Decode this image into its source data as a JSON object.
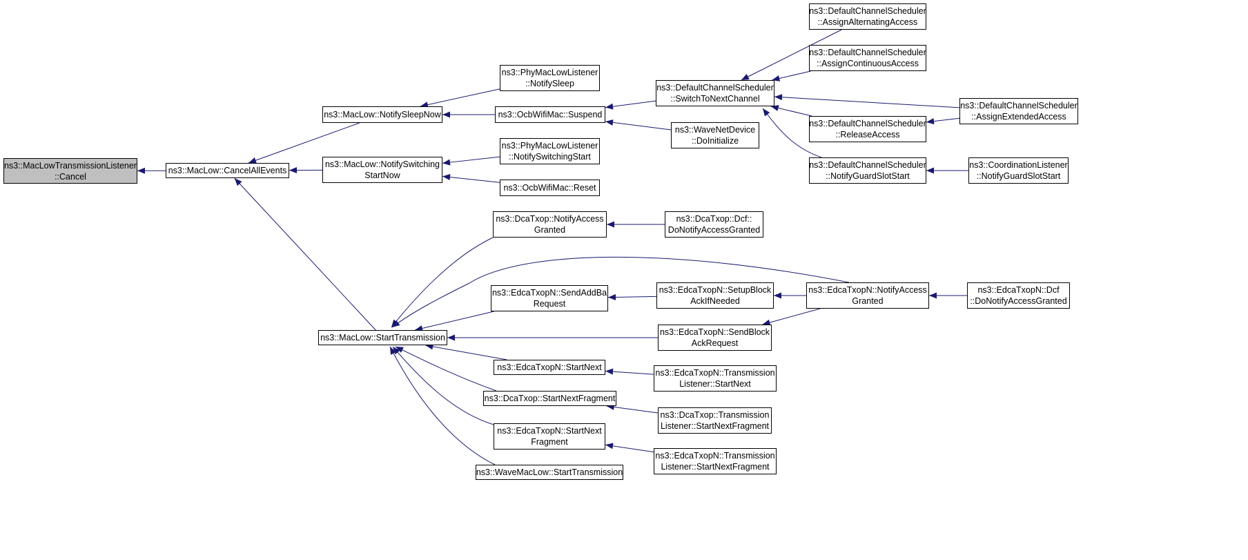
{
  "colors": {
    "edge": "#191970",
    "node_border": "#000000",
    "current_fill": "#bfbfbf"
  },
  "nodes": [
    {
      "id": "cancel",
      "label": "ns3::MacLowTransmissionListener\n::Cancel",
      "current": true
    },
    {
      "id": "cancelall",
      "label": "ns3::MacLow::CancelAllEvents"
    },
    {
      "id": "sleepnow",
      "label": "ns3::MacLow::NotifySleepNow"
    },
    {
      "id": "switchnow",
      "label": "ns3::MacLow::NotifySwitching\nStartNow"
    },
    {
      "id": "starttx",
      "label": "ns3::MacLow::StartTransmission"
    },
    {
      "id": "physleep",
      "label": "ns3::PhyMacLowListener\n::NotifySleep"
    },
    {
      "id": "suspend",
      "label": "ns3::OcbWifiMac::Suspend"
    },
    {
      "id": "physwitch",
      "label": "ns3::PhyMacLowListener\n::NotifySwitchingStart"
    },
    {
      "id": "reset",
      "label": "ns3::OcbWifiMac::Reset"
    },
    {
      "id": "switchnext",
      "label": "ns3::DefaultChannelScheduler\n::SwitchToNextChannel"
    },
    {
      "id": "doinit",
      "label": "ns3::WaveNetDevice\n::DoInitialize"
    },
    {
      "id": "altaccess",
      "label": "ns3::DefaultChannelScheduler\n::AssignAlternatingAccess"
    },
    {
      "id": "contaccess",
      "label": "ns3::DefaultChannelScheduler\n::AssignContinuousAccess"
    },
    {
      "id": "extaccess",
      "label": "ns3::DefaultChannelScheduler\n::AssignExtendedAccess"
    },
    {
      "id": "release",
      "label": "ns3::DefaultChannelScheduler\n::ReleaseAccess"
    },
    {
      "id": "guardslot",
      "label": "ns3::DefaultChannelScheduler\n::NotifyGuardSlotStart"
    },
    {
      "id": "coordguard",
      "label": "ns3::CoordinationListener\n::NotifyGuardSlotStart"
    },
    {
      "id": "dcanotify",
      "label": "ns3::DcaTxop::NotifyAccess\nGranted"
    },
    {
      "id": "dcadcf",
      "label": "ns3::DcaTxop::Dcf::\nDoNotifyAccessGranted"
    },
    {
      "id": "sendaddba",
      "label": "ns3::EdcaTxopN::SendAddBa\nRequest"
    },
    {
      "id": "setupblock",
      "label": "ns3::EdcaTxopN::SetupBlock\nAckIfNeeded"
    },
    {
      "id": "edcanotify",
      "label": "ns3::EdcaTxopN::NotifyAccess\nGranted"
    },
    {
      "id": "edcadcf",
      "label": "ns3::EdcaTxopN::Dcf\n::DoNotifyAccessGranted"
    },
    {
      "id": "sendblock",
      "label": "ns3::EdcaTxopN::SendBlock\nAckRequest"
    },
    {
      "id": "edcastartnext",
      "label": "ns3::EdcaTxopN::StartNext"
    },
    {
      "id": "edcatlnext",
      "label": "ns3::EdcaTxopN::Transmission\nListener::StartNext"
    },
    {
      "id": "dcastartfrag",
      "label": "ns3::DcaTxop::StartNextFragment"
    },
    {
      "id": "dcatlfrag",
      "label": "ns3::DcaTxop::Transmission\nListener::StartNextFragment"
    },
    {
      "id": "edcastartfrag",
      "label": "ns3::EdcaTxopN::StartNext\nFragment"
    },
    {
      "id": "edcatlfrag",
      "label": "ns3::EdcaTxopN::Transmission\nListener::StartNextFragment"
    },
    {
      "id": "wavestart",
      "label": "ns3::WaveMacLow::StartTransmission"
    }
  ],
  "edges": [
    [
      "cancelall",
      "cancel"
    ],
    [
      "sleepnow",
      "cancelall"
    ],
    [
      "switchnow",
      "cancelall"
    ],
    [
      "starttx",
      "cancelall"
    ],
    [
      "physleep",
      "sleepnow"
    ],
    [
      "suspend",
      "sleepnow"
    ],
    [
      "physwitch",
      "switchnow"
    ],
    [
      "reset",
      "switchnow"
    ],
    [
      "switchnext",
      "suspend"
    ],
    [
      "doinit",
      "suspend"
    ],
    [
      "altaccess",
      "switchnext"
    ],
    [
      "contaccess",
      "switchnext"
    ],
    [
      "extaccess",
      "switchnext"
    ],
    [
      "release",
      "switchnext"
    ],
    [
      "guardslot",
      "switchnext"
    ],
    [
      "extaccess",
      "release"
    ],
    [
      "coordguard",
      "guardslot"
    ],
    [
      "dcanotify",
      "starttx"
    ],
    [
      "dcadcf",
      "dcanotify"
    ],
    [
      "edcanotify",
      "starttx"
    ],
    [
      "sendaddba",
      "starttx"
    ],
    [
      "setupblock",
      "sendaddba"
    ],
    [
      "edcanotify",
      "setupblock"
    ],
    [
      "edcadcf",
      "edcanotify"
    ],
    [
      "sendblock",
      "starttx"
    ],
    [
      "edcanotify",
      "sendblock"
    ],
    [
      "edcastartnext",
      "starttx"
    ],
    [
      "edcatlnext",
      "edcastartnext"
    ],
    [
      "dcastartfrag",
      "starttx"
    ],
    [
      "dcatlfrag",
      "dcastartfrag"
    ],
    [
      "edcastartfrag",
      "starttx"
    ],
    [
      "edcatlfrag",
      "edcastartfrag"
    ],
    [
      "wavestart",
      "starttx"
    ]
  ]
}
